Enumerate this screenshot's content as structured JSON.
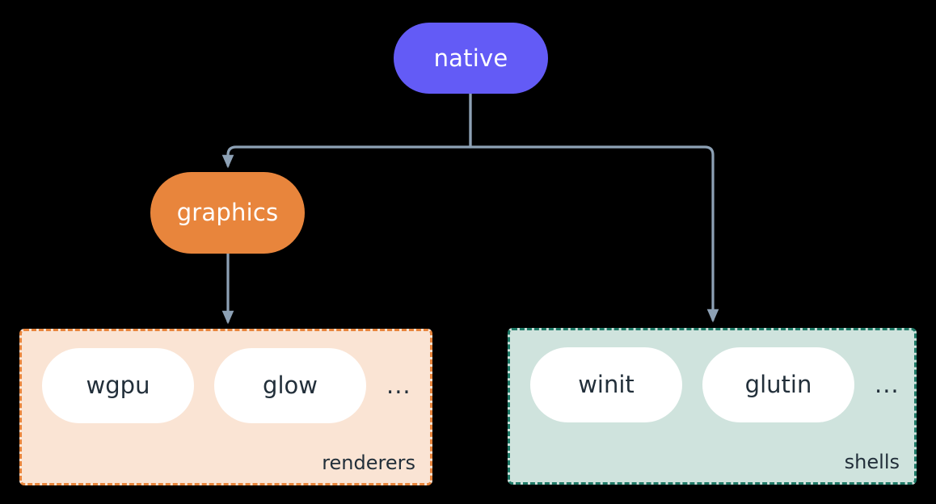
{
  "diagram": {
    "type": "flowchart",
    "direction": "top-down",
    "background": "#000000",
    "edge_color": "#8da1b5",
    "nodes": [
      {
        "id": "native",
        "label": "native",
        "shape": "stadium",
        "fill": "#635bf6",
        "text_color": "#ffffff"
      },
      {
        "id": "graphics",
        "label": "graphics",
        "shape": "stadium",
        "fill": "#e8853c",
        "text_color": "#ffffff"
      }
    ],
    "clusters": [
      {
        "id": "renderers",
        "label": "renderers",
        "fill": "#fae4d4",
        "border_color": "#e8853c",
        "border_style": "dashed",
        "label_color": "#222f3a",
        "items": [
          {
            "label": "wgpu",
            "shape": "stadium",
            "fill": "#ffffff",
            "text_color": "#222f3a"
          },
          {
            "label": "glow",
            "shape": "stadium",
            "fill": "#ffffff",
            "text_color": "#222f3a"
          }
        ],
        "overflow": "..."
      },
      {
        "id": "shells",
        "label": "shells",
        "fill": "#cfe3dd",
        "border_color": "#1f7a67",
        "border_style": "dashed",
        "label_color": "#222f3a",
        "items": [
          {
            "label": "winit",
            "shape": "stadium",
            "fill": "#ffffff",
            "text_color": "#222f3a"
          },
          {
            "label": "glutin",
            "shape": "stadium",
            "fill": "#ffffff",
            "text_color": "#222f3a"
          }
        ],
        "overflow": "..."
      }
    ],
    "edges": [
      {
        "from": "native",
        "to": "graphics",
        "arrow": true,
        "style": "orthogonal"
      },
      {
        "from": "native",
        "to": "shells",
        "arrow": true,
        "style": "orthogonal"
      },
      {
        "from": "graphics",
        "to": "renderers",
        "arrow": true,
        "style": "straight"
      }
    ]
  }
}
